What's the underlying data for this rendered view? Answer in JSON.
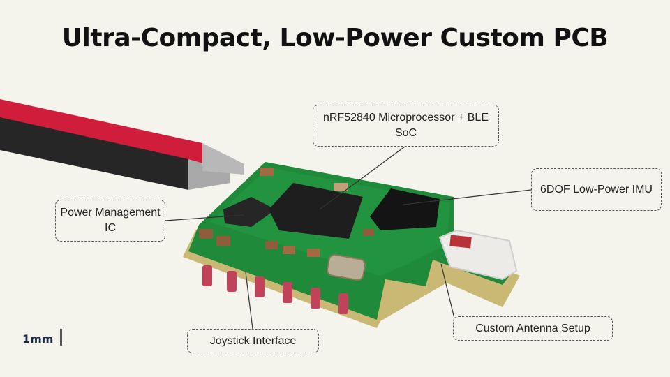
{
  "title": "Ultra-Compact, Low-Power Custom PCB",
  "callouts": {
    "nrf": "nRF52840 Microprocessor + BLE SoC",
    "imu": "6DOF Low-Power IMU",
    "pmic": "Power Management IC",
    "joystick": "Joystick Interface",
    "antenna": "Custom Antenna Setup"
  },
  "scale_label": "1mm",
  "colors": {
    "background": "#f5f4ec",
    "pcb_green": "#1f8a3a",
    "wire_red": "#d11d3c",
    "wire_black": "#222222"
  }
}
